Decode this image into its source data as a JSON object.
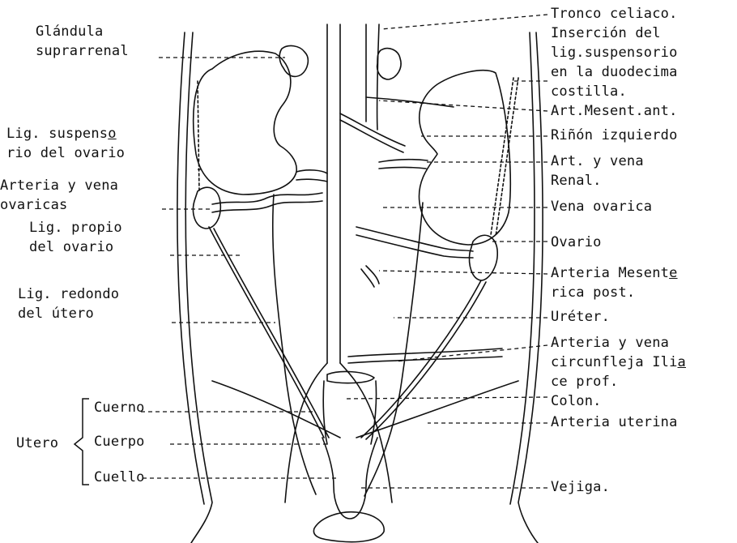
{
  "left_labels": {
    "glandula_1": "Glándula",
    "glandula_2": "suprarrenal",
    "lig_susp_1a": "Lig. suspens",
    "lig_susp_1b": "o",
    "lig_susp_2": "rio del ovario",
    "arteria_1": "Arteria y vena",
    "arteria_2": "ovaricas",
    "lig_propio_1": "Lig. propio",
    "lig_propio_2": "del ovario",
    "lig_redondo_1": "Lig. redondo",
    "lig_redondo_2": "del útero",
    "cuerno": "Cuerno",
    "utero": "Utero",
    "cuerpo": "Cuerpo",
    "cuello": "Cuello"
  },
  "right_labels": {
    "tronco": "Tronco celiaco.",
    "insercion_1": "Inserción del",
    "insercion_2": "lig.suspensorio",
    "insercion_3": "en la duodecima",
    "insercion_4": "costilla.",
    "art_mesent_ant": "Art.Mesent.ant.",
    "rinon": "Riñón izquierdo",
    "art_renal_1": "Art. y vena",
    "art_renal_2": "Renal.",
    "vena_ovarica": "Vena ovarica",
    "ovario": "Ovario",
    "mesent_post_1a": "Arteria Mesent",
    "mesent_post_1b": "e",
    "mesent_post_2": "rica post.",
    "ureter": "Uréter.",
    "circunfleja_1": "Arteria y vena",
    "circunfleja_2a": "circunfleja Ili",
    "circunfleja_2b": "a",
    "circunfleja_3": "ce prof.",
    "colon": "Colon.",
    "arteria_uterina": "Arteria uterina",
    "vejiga": "Vejiga."
  }
}
